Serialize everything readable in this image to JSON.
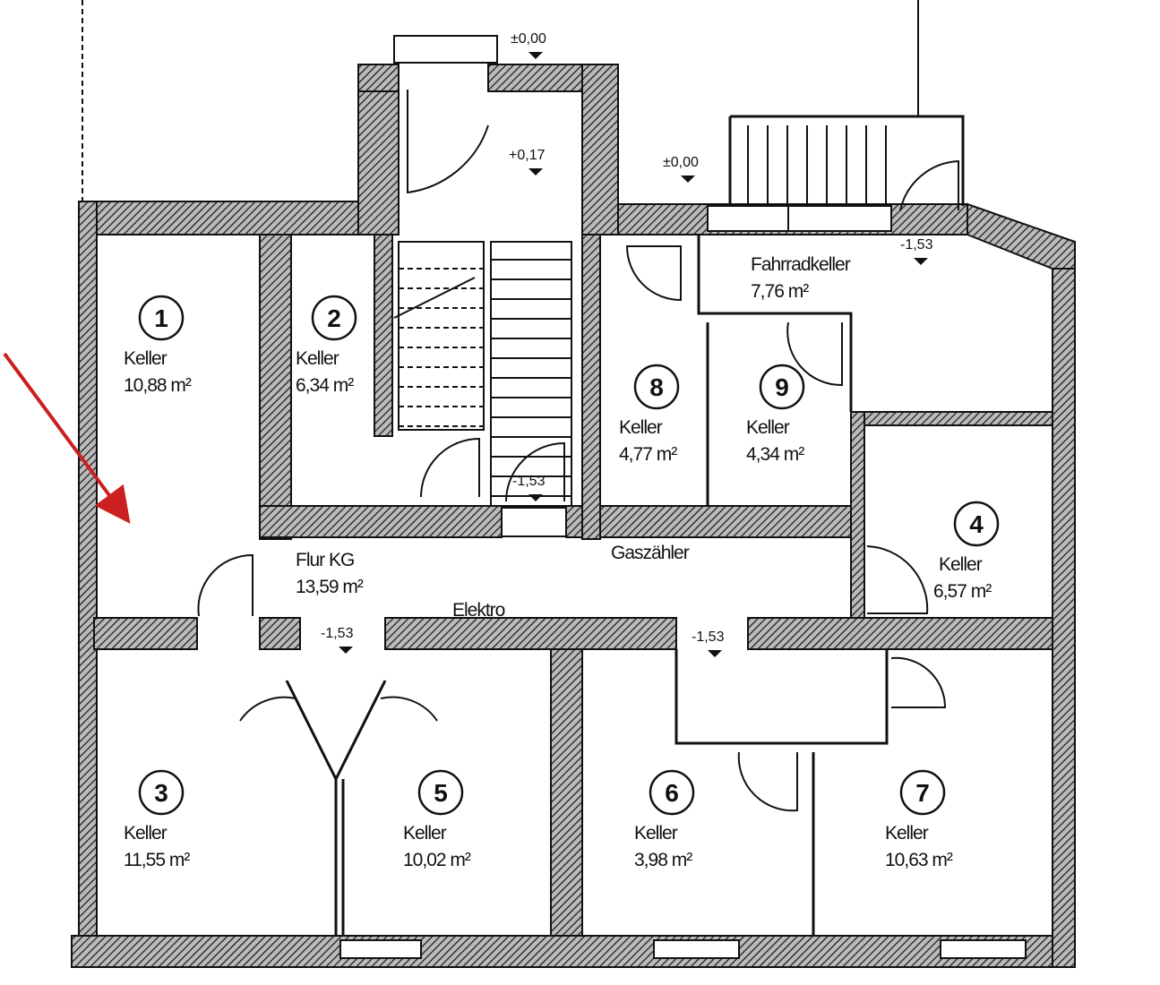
{
  "rooms": [
    {
      "number": "1",
      "name": "Keller",
      "area": "10,88 m²"
    },
    {
      "number": "2",
      "name": "Keller",
      "area": "6,34 m²"
    },
    {
      "number": "3",
      "name": "Keller",
      "area": "11,55 m²"
    },
    {
      "number": "4",
      "name": "Keller",
      "area": "6,57 m²"
    },
    {
      "number": "5",
      "name": "Keller",
      "area": "10,02 m²"
    },
    {
      "number": "6",
      "name": "Keller",
      "area": "3,98 m²"
    },
    {
      "number": "7",
      "name": "Keller",
      "area": "10,63 m²"
    },
    {
      "number": "8",
      "name": "Keller",
      "area": "4,77 m²"
    },
    {
      "number": "9",
      "name": "Keller",
      "area": "4,34 m²"
    }
  ],
  "flur": {
    "name": "Flur KG",
    "area": "13,59 m²"
  },
  "fahrrad": {
    "name": "Fahrradkeller",
    "area": "7,76 m²"
  },
  "labels": {
    "gas": "Gaszähler",
    "elektro": "Elektro"
  },
  "levels": [
    "±0,00",
    "+0,17",
    "±0,00",
    "-1,53",
    "-1,53",
    "-1,53",
    "-1,53"
  ],
  "arrow_color": "#cc1f1f"
}
